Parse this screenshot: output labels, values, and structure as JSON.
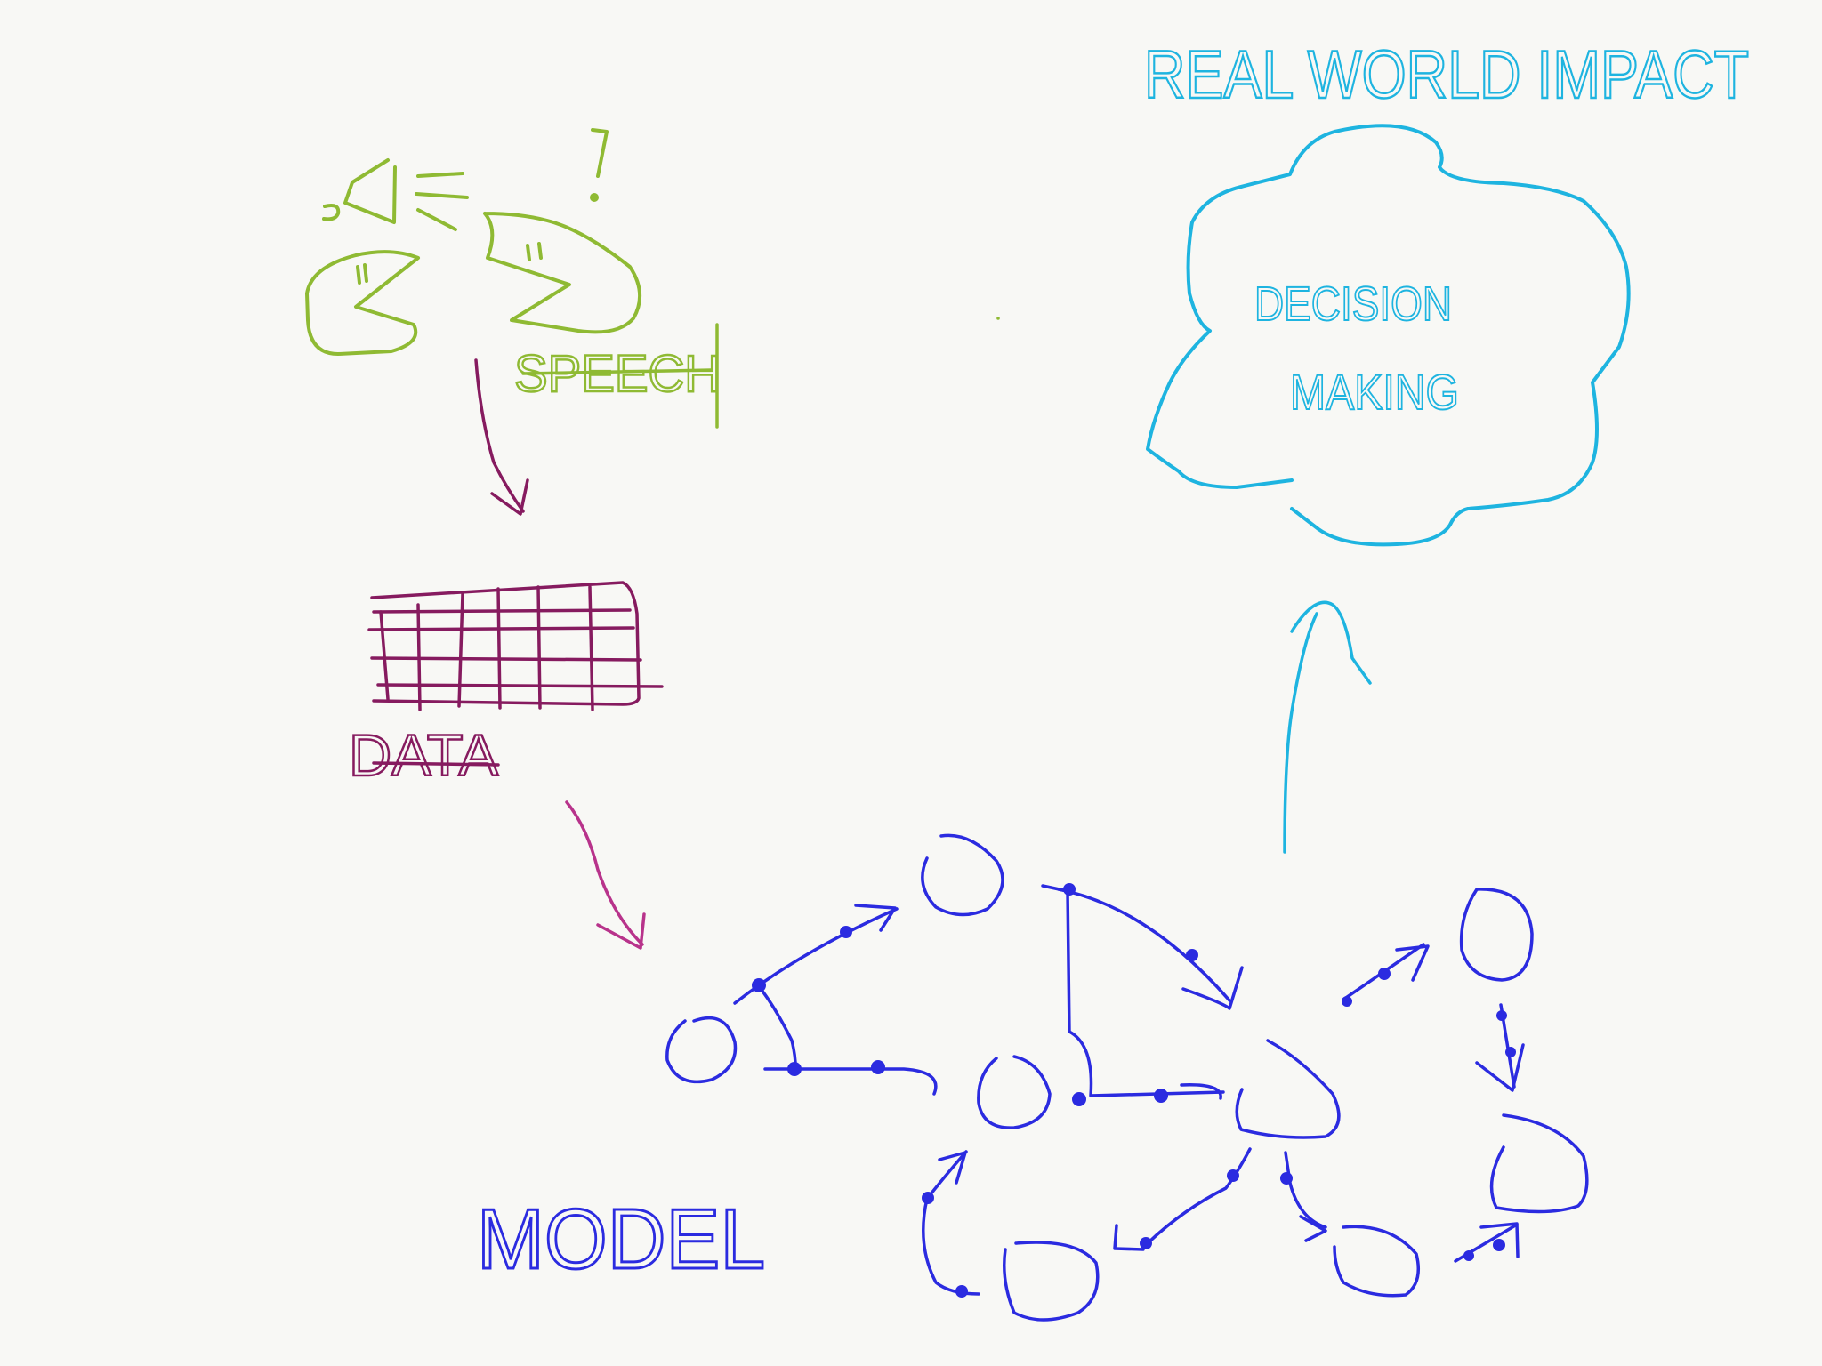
{
  "colors": {
    "background": "#f8f8f5",
    "speech": "#8fba33",
    "data": "#861b5f",
    "data_arrow": "#b8338b",
    "model": "#2b2be0",
    "impact": "#1eb4e0"
  },
  "labels": {
    "impact_title": "REAL WORLD IMPACT",
    "decision_line1": "DECISION",
    "decision_line2": "MAKING",
    "speech": "SPEECH",
    "data": "DATA",
    "model": "MODEL"
  },
  "icons": [
    "speaker-heads-icon",
    "data-table-icon",
    "thought-cloud-icon"
  ]
}
